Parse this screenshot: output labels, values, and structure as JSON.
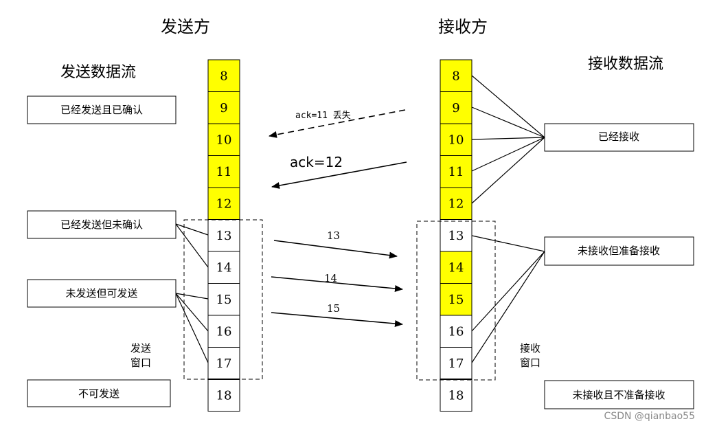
{
  "titles": {
    "sender": "发送方",
    "receiver": "接收方",
    "sender_stream": "发送数据流",
    "receiver_stream": "接收数据流"
  },
  "sender": {
    "cells": [
      "8",
      "9",
      "10",
      "11",
      "12",
      "13",
      "14",
      "15",
      "16",
      "17",
      "18"
    ],
    "cell_states": [
      "yellow",
      "yellow",
      "yellow",
      "yellow",
      "yellow",
      "white",
      "white",
      "white",
      "white",
      "white",
      "white"
    ],
    "categories": [
      "已经发送且已确认",
      "已经发送但未确认",
      "未发送但可发送",
      "不可发送"
    ],
    "window_label": [
      "发送",
      "窗口"
    ]
  },
  "receiver": {
    "cells": [
      "8",
      "9",
      "10",
      "11",
      "12",
      "13",
      "14",
      "15",
      "16",
      "17",
      "18"
    ],
    "cell_states": [
      "yellow",
      "yellow",
      "yellow",
      "yellow",
      "yellow",
      "white",
      "yellow",
      "yellow",
      "white",
      "white",
      "white"
    ],
    "categories": [
      "已经接收",
      "未接收但准备接收",
      "未接收且不准备接收"
    ],
    "window_label": [
      "接收",
      "窗口"
    ]
  },
  "arrows": {
    "ack_lost": "ack=11 丢失",
    "ack_ok": "ack=12",
    "segments": [
      "13",
      "14",
      "15"
    ]
  },
  "watermark": "CSDN @qianbao55",
  "colors": {
    "yellow": "#ffff00",
    "white": "#ffffff",
    "stroke": "#000000"
  }
}
